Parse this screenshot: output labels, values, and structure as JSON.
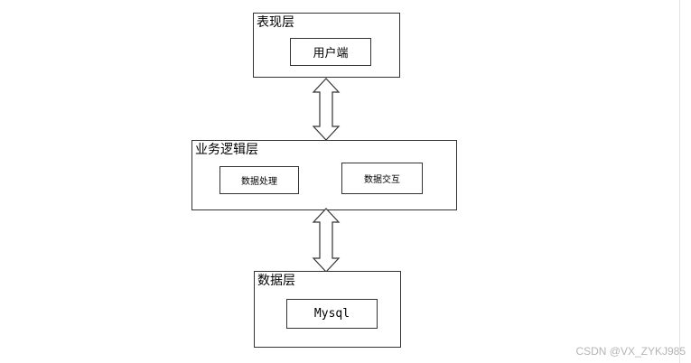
{
  "diagram": {
    "presentation_layer": {
      "label": "表现层",
      "items": [
        "用户端"
      ]
    },
    "business_layer": {
      "label": "业务逻辑层",
      "items": [
        "数据处理",
        "数据交互"
      ]
    },
    "data_layer": {
      "label": "数据层",
      "items": [
        "Mysql"
      ]
    }
  },
  "watermark": "CSDN @VX_ZYKJ985",
  "colors": {
    "line": "#333333",
    "arrow_fill": "#ffffff",
    "watermark": "#b5b5b5"
  }
}
